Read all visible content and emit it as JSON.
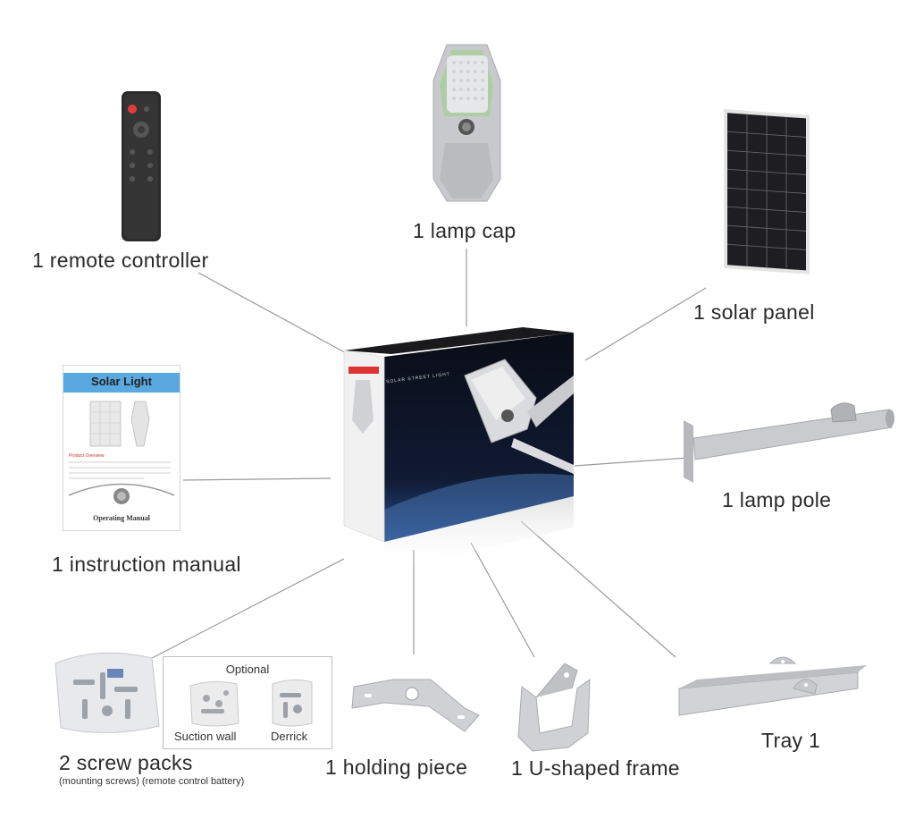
{
  "labels": {
    "remote": "1 remote controller",
    "lamp_cap": "1 lamp cap",
    "solar_panel": "1 solar panel",
    "lamp_pole": "1 lamp pole",
    "manual": "1 instruction manual",
    "screw_packs": "2 screw packs",
    "screw_packs_note": "(mounting screws) (remote control battery)",
    "holding_piece": "1 holding piece",
    "u_frame": "1 U-shaped frame",
    "tray": "Tray 1"
  },
  "optional": {
    "title": "Optional",
    "items": [
      "Suction wall",
      "Derrick"
    ]
  },
  "manual_cover": {
    "title": "Solar Light",
    "section": "Product Overview",
    "footer": "Operating Manual"
  },
  "box": {
    "side_text": "SOLAR STREET LIGHT"
  }
}
